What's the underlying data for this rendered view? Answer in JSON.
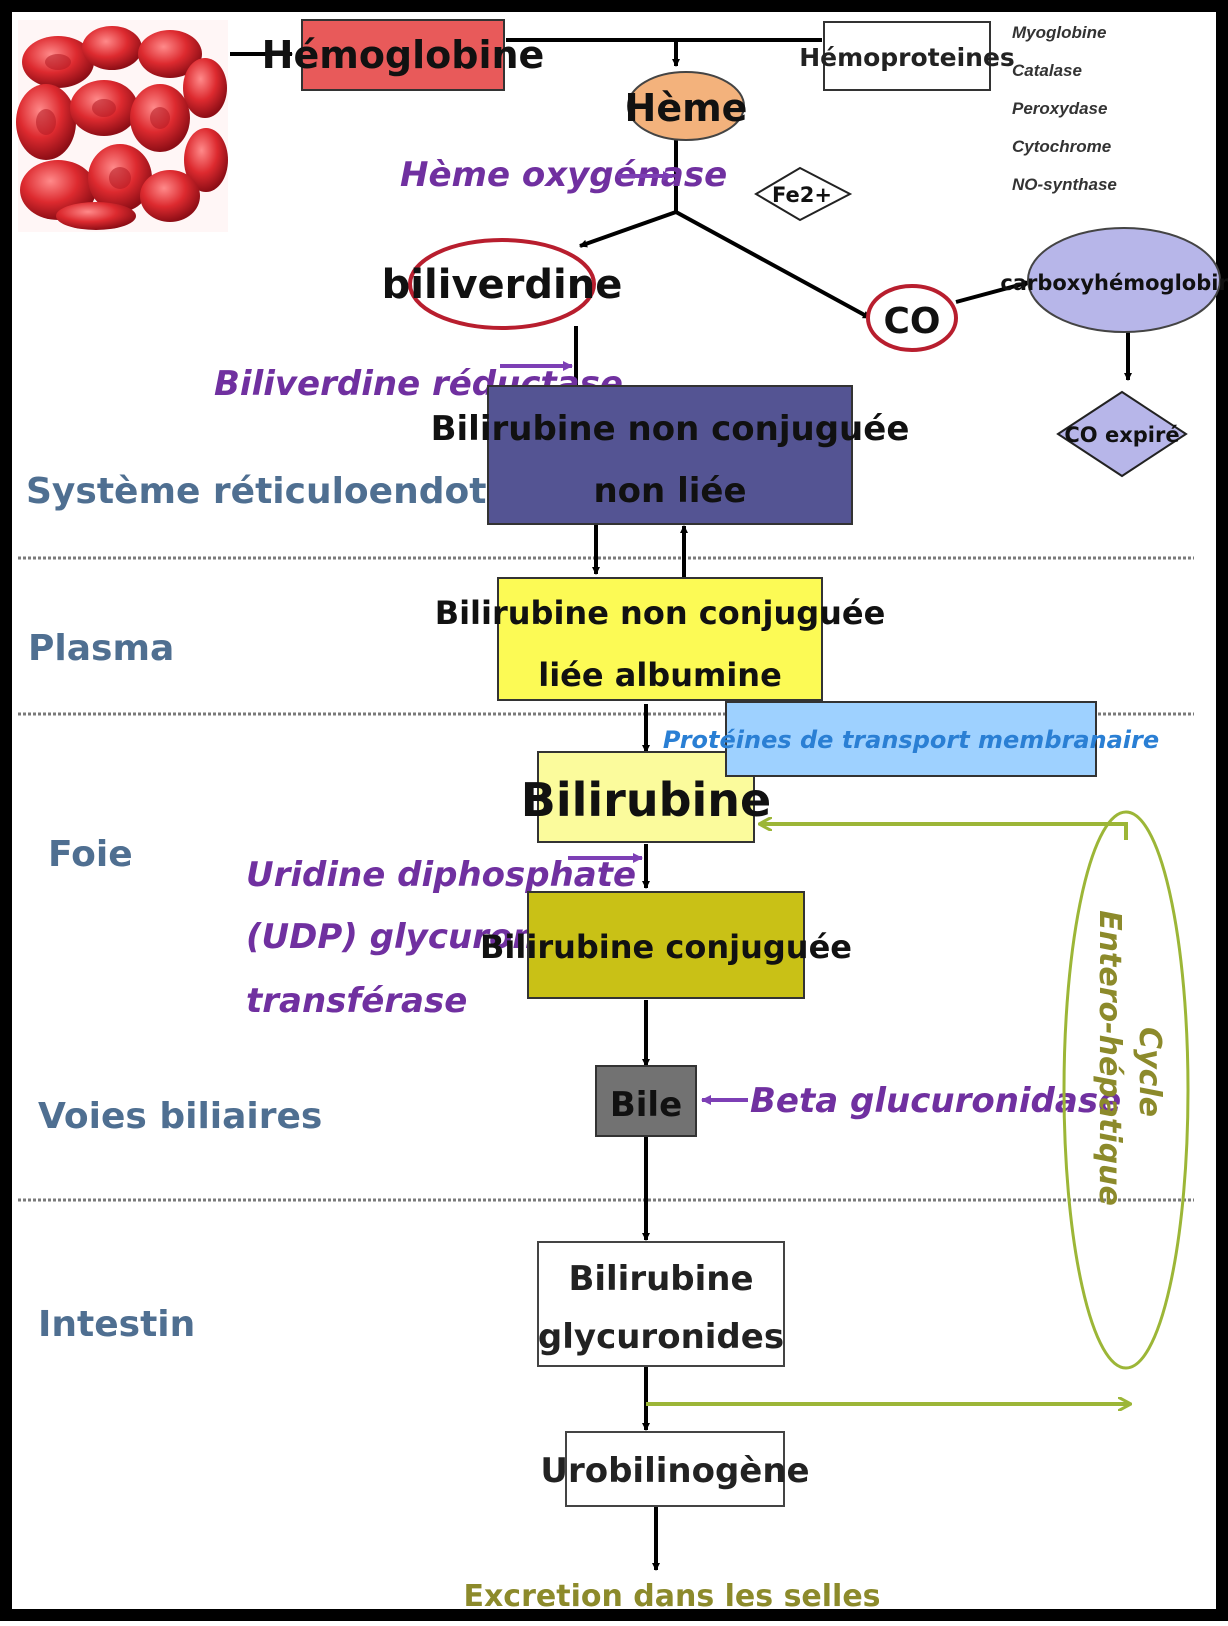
{
  "colors": {
    "frame": "#000000",
    "rbc": "#d8262b",
    "hemoglobine_fill": "#e85a5a",
    "heme_fill": "#f3b27c",
    "node_outline_red": "#b81e2e",
    "carboxy_fill": "#b7b6e9",
    "enzyme_text": "#7030a0",
    "enzyme_arrow": "#7d3fb5",
    "zone_label": "#4f6f91",
    "bnc_nonliee_fill": "#545493",
    "bnc_albumine_fill": "#fcfa55",
    "transport_fill": "#9ed1ff",
    "transport_text": "#2a7fd4",
    "bilirubine_fill": "#fbfb9c",
    "bilirubine_conj_fill": "#c9c116",
    "bile_fill": "#727272",
    "cycle_color": "#9cb637",
    "excretion_text": "#8c8a2b"
  },
  "hemoproteins": {
    "title": "Hémoproteines",
    "list": [
      "Myoglobine",
      "Catalase",
      "Peroxydase",
      "Cytochrome",
      "NO-synthase"
    ]
  },
  "zones": [
    "Système réticuloendothélial",
    "Plasma",
    "Foie",
    "Voies biliaires",
    "Intestin"
  ],
  "nodes": {
    "hemoglobine": "Hémoglobine",
    "heme": "Hème",
    "fe2": "Fe2+",
    "biliverdine": "biliverdine",
    "co": "CO",
    "carboxyhemoglobine": "carboxyhémoglobine",
    "co_expire": "CO expiré",
    "bnc_nonliee": [
      "Bilirubine non conjuguée",
      "non liée"
    ],
    "bnc_albumine": [
      "Bilirubine non conjuguée",
      "liée albumine"
    ],
    "transport": "Protéines de transport membranaire",
    "bilirubine": "Bilirubine",
    "bilirubine_conjuguee": "Bilirubine conjuguée",
    "bile": "Bile",
    "glycuronides": [
      "Bilirubine",
      "glycuronides"
    ],
    "urobilinogene": "Urobilinogène",
    "excretion": "Excretion dans les selles"
  },
  "enzymes": {
    "heme_oxygenase": "Hème oxygénase",
    "biliverdine_reductase": "Biliverdine réductase",
    "udp_gt": [
      "Uridine diphosphate",
      "(UDP) glycuronosyl",
      "transférase"
    ],
    "beta_glucuronidase": "Beta glucuronidase"
  },
  "cycle": [
    "Cycle",
    "Entero-hépatique"
  ]
}
